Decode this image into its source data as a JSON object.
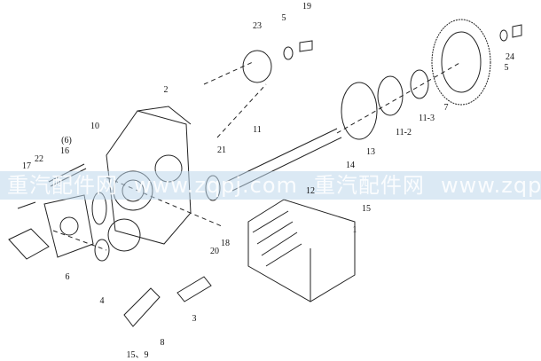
{
  "diagram": {
    "labels": [
      "23",
      "5",
      "19",
      "24",
      "5",
      "7",
      "11-3",
      "11-2",
      "13",
      "14",
      "11",
      "21",
      "2",
      "10",
      "(6)",
      "16",
      "17",
      "22",
      "12",
      "15",
      "1",
      "18",
      "20",
      "6",
      "4",
      "3",
      "8",
      "15、9"
    ]
  },
  "watermark": {
    "segments": [
      "重汽配件网",
      "www.zqpj.com",
      "重汽配件网",
      "www.zqpj.com"
    ]
  }
}
